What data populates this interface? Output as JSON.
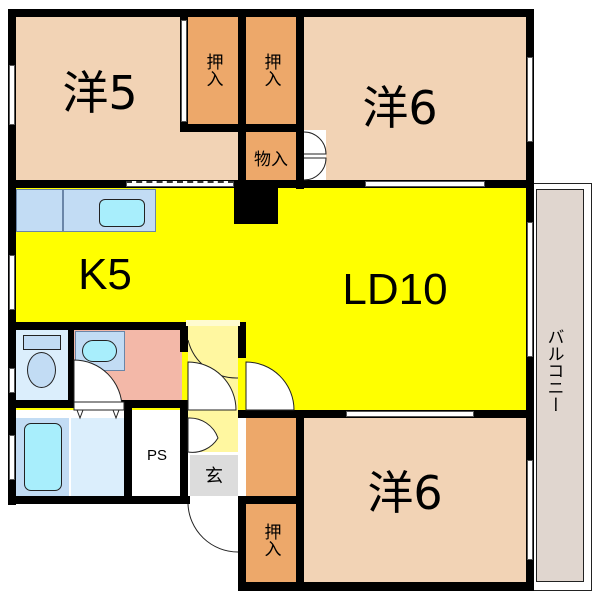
{
  "floor_plan": {
    "colors": {
      "western_room": "#f2d3b5",
      "closet": "#eda86a",
      "ldk": "#ffff00",
      "wet_area": "#c2dcf4",
      "wet_area_light": "#dbeefc",
      "fixture": "#a8eefc",
      "washroom": "#f3b8a8",
      "hall": "#fff7a0",
      "entrance": "#dcdcdc",
      "balcony": "#e0d6cf",
      "wall": "#000000"
    },
    "rooms": {
      "room_nw": {
        "label": "洋5"
      },
      "room_ne": {
        "label": "洋6"
      },
      "room_se": {
        "label": "洋6"
      },
      "kitchen": {
        "label": "K5"
      },
      "living_dining": {
        "label": "LD10"
      },
      "closet_1": {
        "label": "押入"
      },
      "closet_2": {
        "label": "押入"
      },
      "closet_3": {
        "label": "押入"
      },
      "storage": {
        "label": "物入"
      },
      "pipe_space": {
        "label": "PS"
      },
      "entrance": {
        "label": "玄"
      },
      "balcony": {
        "label": "バルコニー"
      }
    }
  }
}
